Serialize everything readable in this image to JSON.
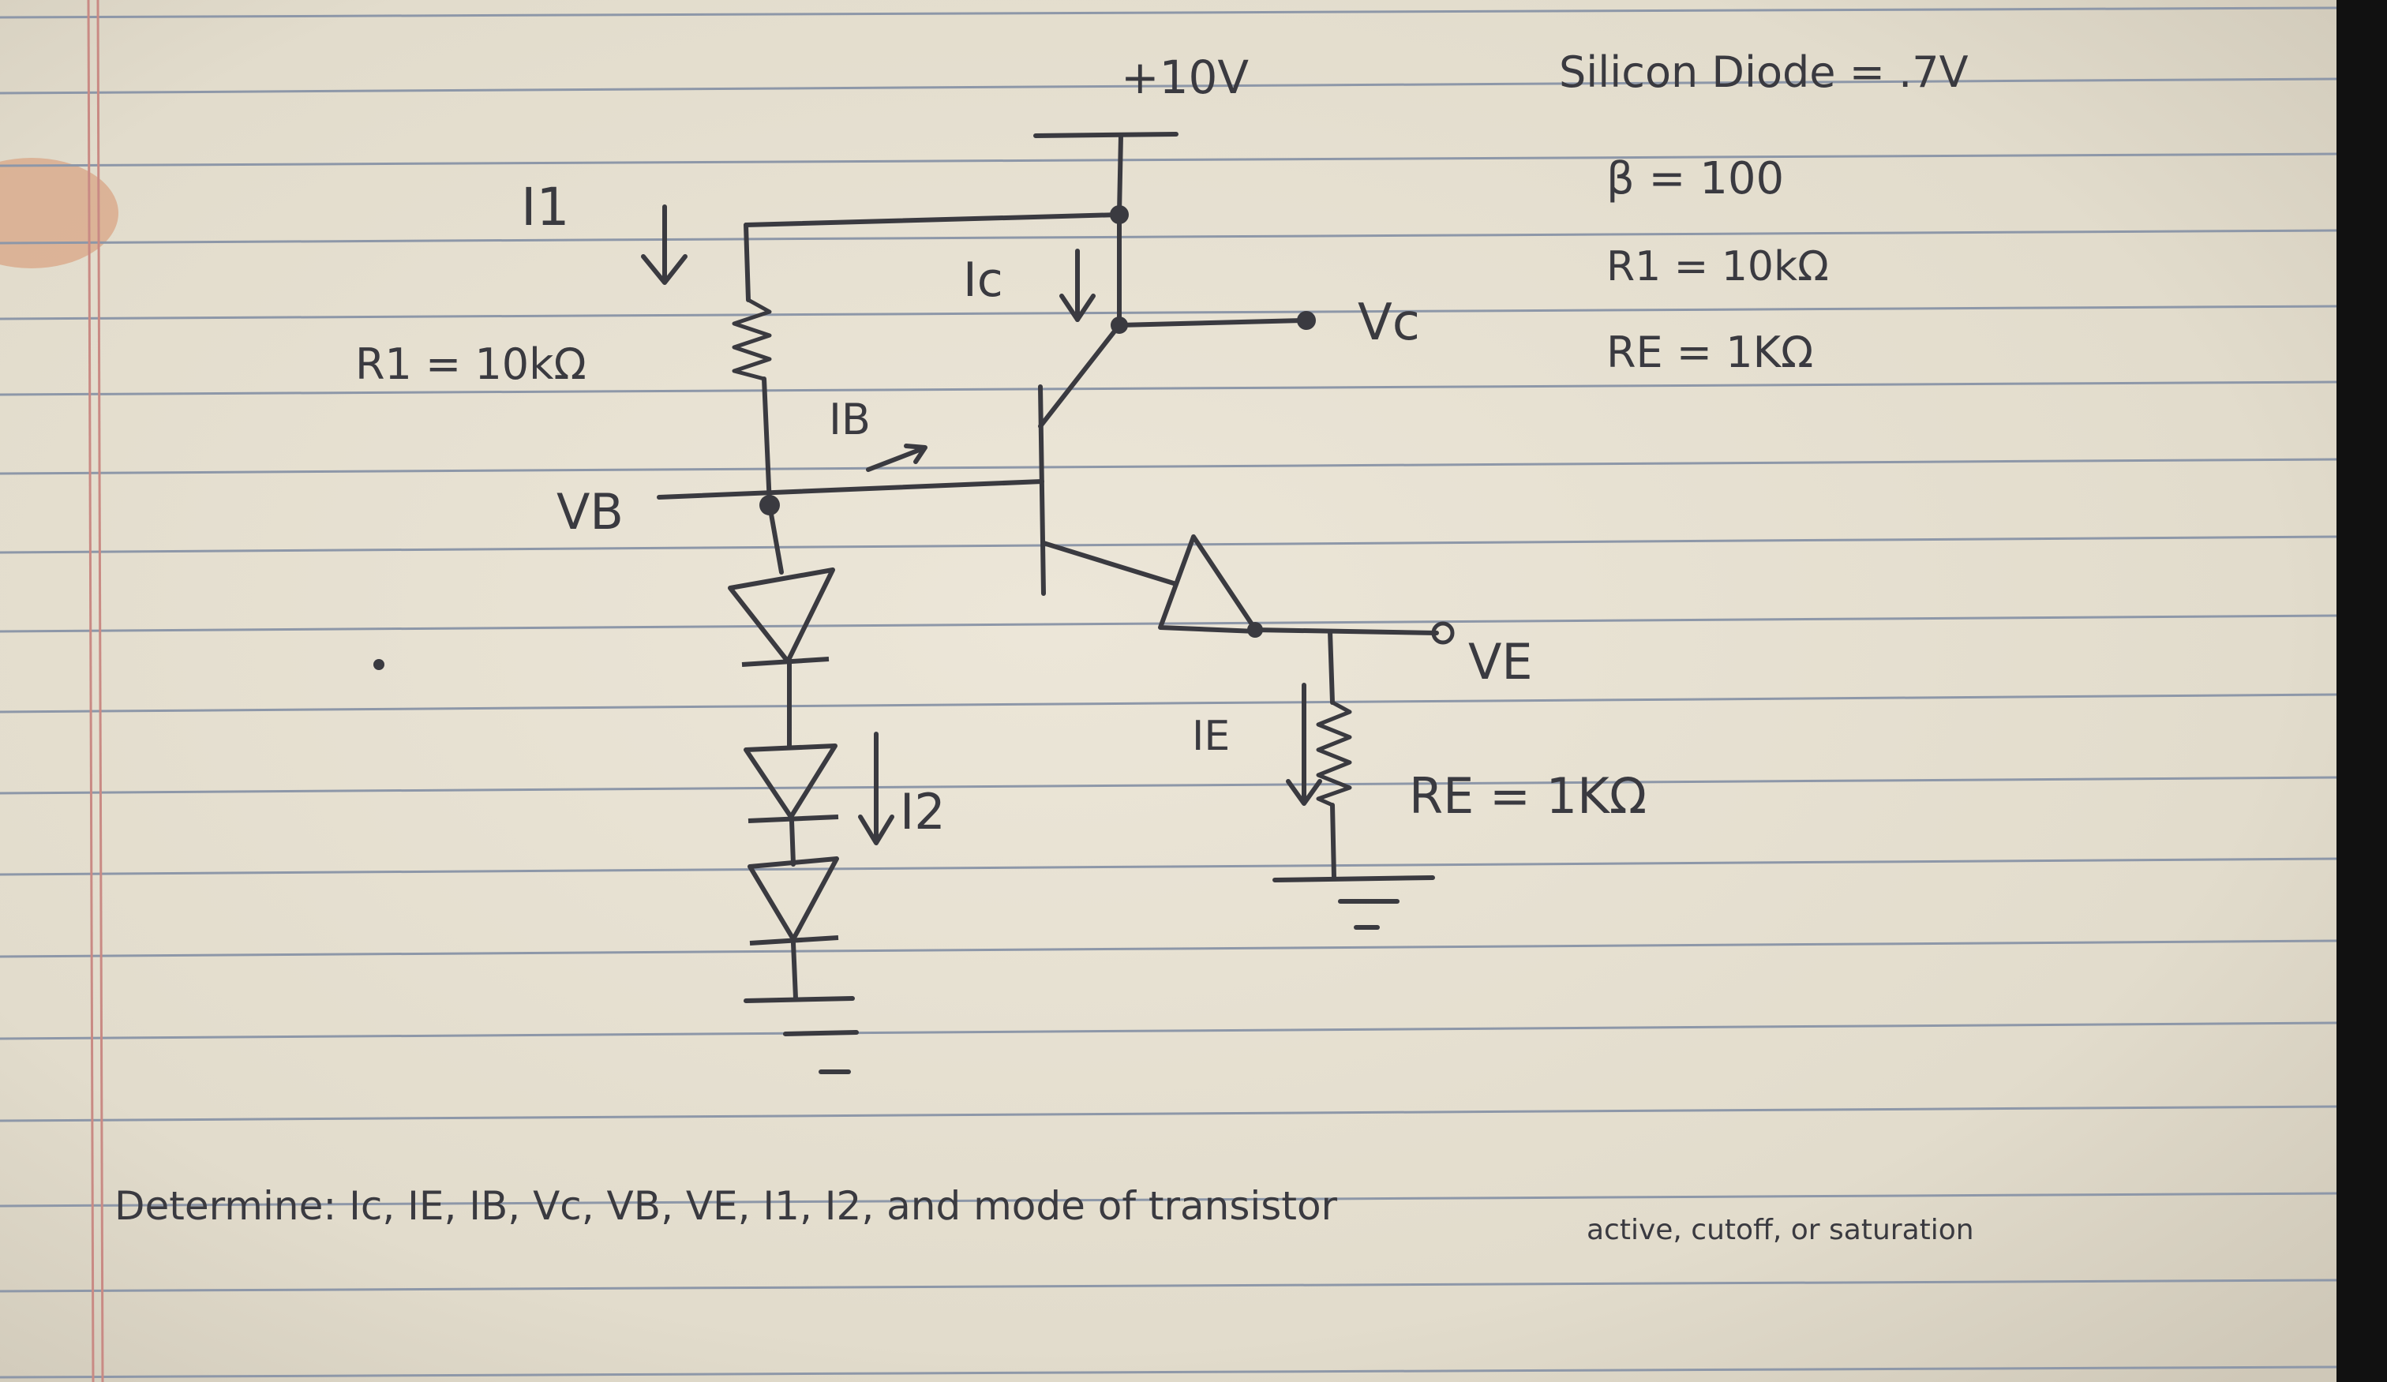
{
  "supply": "+10V",
  "given": {
    "diode": "Silicon Diode = .7V",
    "beta": "β = 100",
    "r1": "R1 = 10kΩ",
    "re": "RE = 1KΩ"
  },
  "labels": {
    "i1": "I1",
    "r1": "R1 = 10kΩ",
    "ic": "Ic",
    "vc": "Vc",
    "ib": "IB",
    "vb": "VB",
    "i2": "I2",
    "ie": "IE",
    "ve": "VE",
    "re": "RE = 1KΩ"
  },
  "task": {
    "line1": "Determine: Ic, IE, IB, Vc, VB, VE, I1, I2, and mode of transistor",
    "line2": "active, cutoff, or saturation"
  },
  "colors": {
    "paper": "#e7e1d2",
    "rule": "#8d97a8",
    "margin": "#c98a84",
    "ink": "#3a3a40"
  }
}
